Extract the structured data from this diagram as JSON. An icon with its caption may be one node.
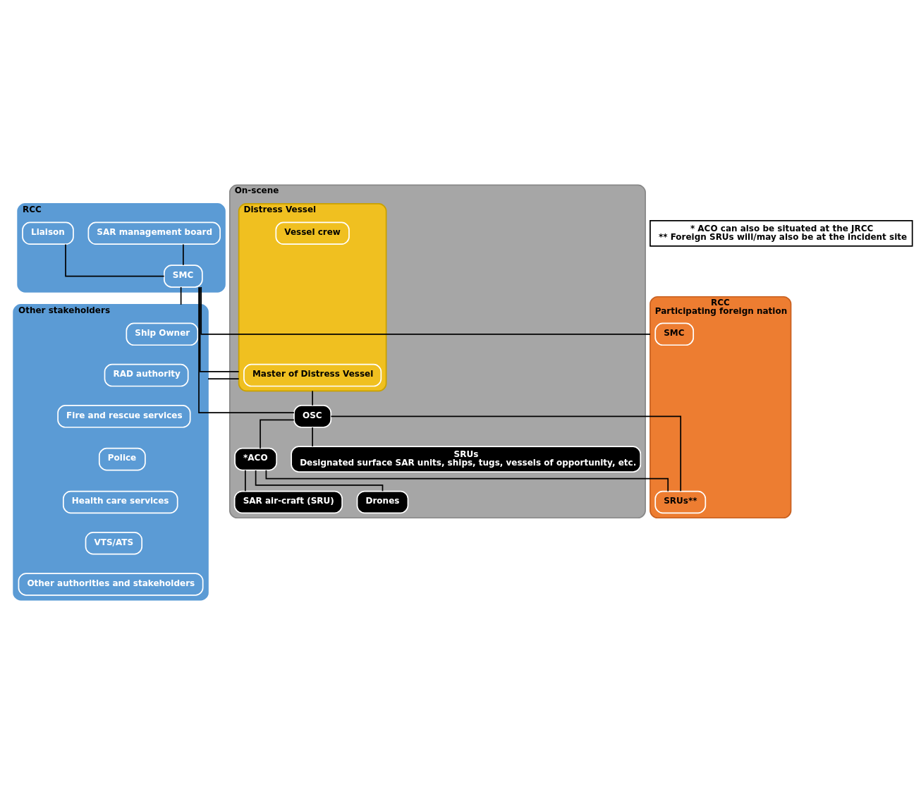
{
  "diagram": {
    "nodes": [
      {
        "text": [
          "RCC"
        ]
      },
      {
        "text": [
          "SAR management board"
        ],
        "in": 0
      },
      {
        "text": [
          "Liaison"
        ],
        "in": 0
      },
      {
        "text": [
          "SMC"
        ],
        "in": 0
      },
      {
        "text": [
          "Other stakeholders"
        ]
      },
      {
        "text": [
          "Ship Owner"
        ],
        "in": 4
      },
      {
        "text": [
          "RAD authority"
        ],
        "in": 4
      },
      {
        "text": [
          "Fire and rescue services"
        ],
        "in": 4
      },
      {
        "text": [
          "Police"
        ],
        "in": 4
      },
      {
        "text": [
          "Health care services"
        ],
        "in": 4
      },
      {
        "text": [
          "VTS/ATS"
        ],
        "in": 4
      },
      {
        "text": [
          "Other authorities and stakeholders"
        ],
        "in": 4
      },
      {
        "text": [
          "On-scene"
        ]
      },
      {
        "text": [
          "Distress Vessel"
        ],
        "in": 12
      },
      {
        "text": [
          "Master of Distress Vessel"
        ],
        "in": 13
      },
      {
        "text": [
          "Vessel crew"
        ],
        "in": 13
      },
      {
        "text": [
          "OSC"
        ],
        "in": 12
      },
      {
        "text": [
          "*ACO"
        ],
        "in": 12
      },
      {
        "text": [
          "SAR air-craft (SRU)"
        ],
        "in": 12
      },
      {
        "text": [
          "Drones"
        ],
        "in": 12
      },
      {
        "text": [
          "SRUs",
          "Designated surface SAR units, ships, tugs, vessels of opportunity, etc."
        ],
        "in": 12
      },
      {
        "text": [
          "RCC",
          "Participating foreign nation"
        ]
      },
      {
        "text": [
          "SMC"
        ],
        "in": 21
      },
      {
        "text": [
          "SRUs**"
        ],
        "in": 21
      },
      {
        "text": [
          "* ACO can also be situated at the JRCC",
          "** Foreign SRUs will/may also be at the incident site"
        ]
      }
    ],
    "edges": [
      {
        "from": 1,
        "to": 3,
        "arrow": "none"
      },
      {
        "from": 2,
        "to": 3,
        "arrow": "none"
      },
      {
        "from": 3,
        "to": 4,
        "arrow": "none"
      },
      {
        "from": 3,
        "to": 13,
        "arrow": "none"
      },
      {
        "from": 3,
        "to": 21,
        "arrow": "none"
      },
      {
        "from": 3,
        "to": 16,
        "arrow": "none"
      },
      {
        "from": 4,
        "to": 13,
        "arrow": "none"
      },
      {
        "from": 13,
        "to": 16,
        "arrow": "none"
      },
      {
        "from": 16,
        "to": 17,
        "arrow": "none"
      },
      {
        "from": 16,
        "to": 20,
        "arrow": "none"
      },
      {
        "from": 17,
        "to": 18,
        "arrow": "none"
      },
      {
        "from": 17,
        "to": 19,
        "arrow": "none"
      },
      {
        "from": 16,
        "to": 23,
        "arrow": "none"
      },
      {
        "from": 17,
        "to": 23,
        "arrow": "none"
      }
    ]
  }
}
